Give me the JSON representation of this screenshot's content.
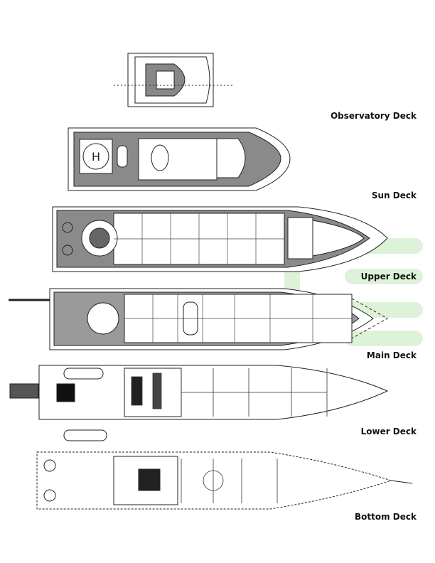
{
  "decks": [
    {
      "id": "observatory",
      "label": "Observatory Deck"
    },
    {
      "id": "sun",
      "label": "Sun Deck"
    },
    {
      "id": "upper",
      "label": "Upper Deck"
    },
    {
      "id": "main",
      "label": "Main Deck"
    },
    {
      "id": "lower",
      "label": "Lower Deck"
    },
    {
      "id": "bottom",
      "label": "Bottom Deck"
    }
  ],
  "colors": {
    "deck_fill": "#8a8a8a",
    "line": "#222222",
    "watermark": "#cfeec9"
  }
}
